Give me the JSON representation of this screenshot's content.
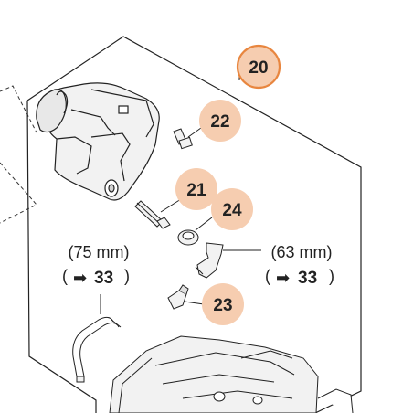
{
  "parts": {
    "group": "20",
    "screw": "22",
    "fitting_long": "21",
    "grommet": "24",
    "elbow_small": "23"
  },
  "hose_left": {
    "length": "(75 mm)",
    "ref_open": "(",
    "ref_arrow": "➡",
    "ref_num": "33",
    "ref_close": ")"
  },
  "hose_right": {
    "length": "(63 mm)",
    "ref_open": "(",
    "ref_arrow": "➡",
    "ref_num": "33",
    "ref_close": ")"
  },
  "colors": {
    "callout_fill": "#f6cdb0",
    "callout_ring": "#e8863f",
    "line": "#222222"
  }
}
